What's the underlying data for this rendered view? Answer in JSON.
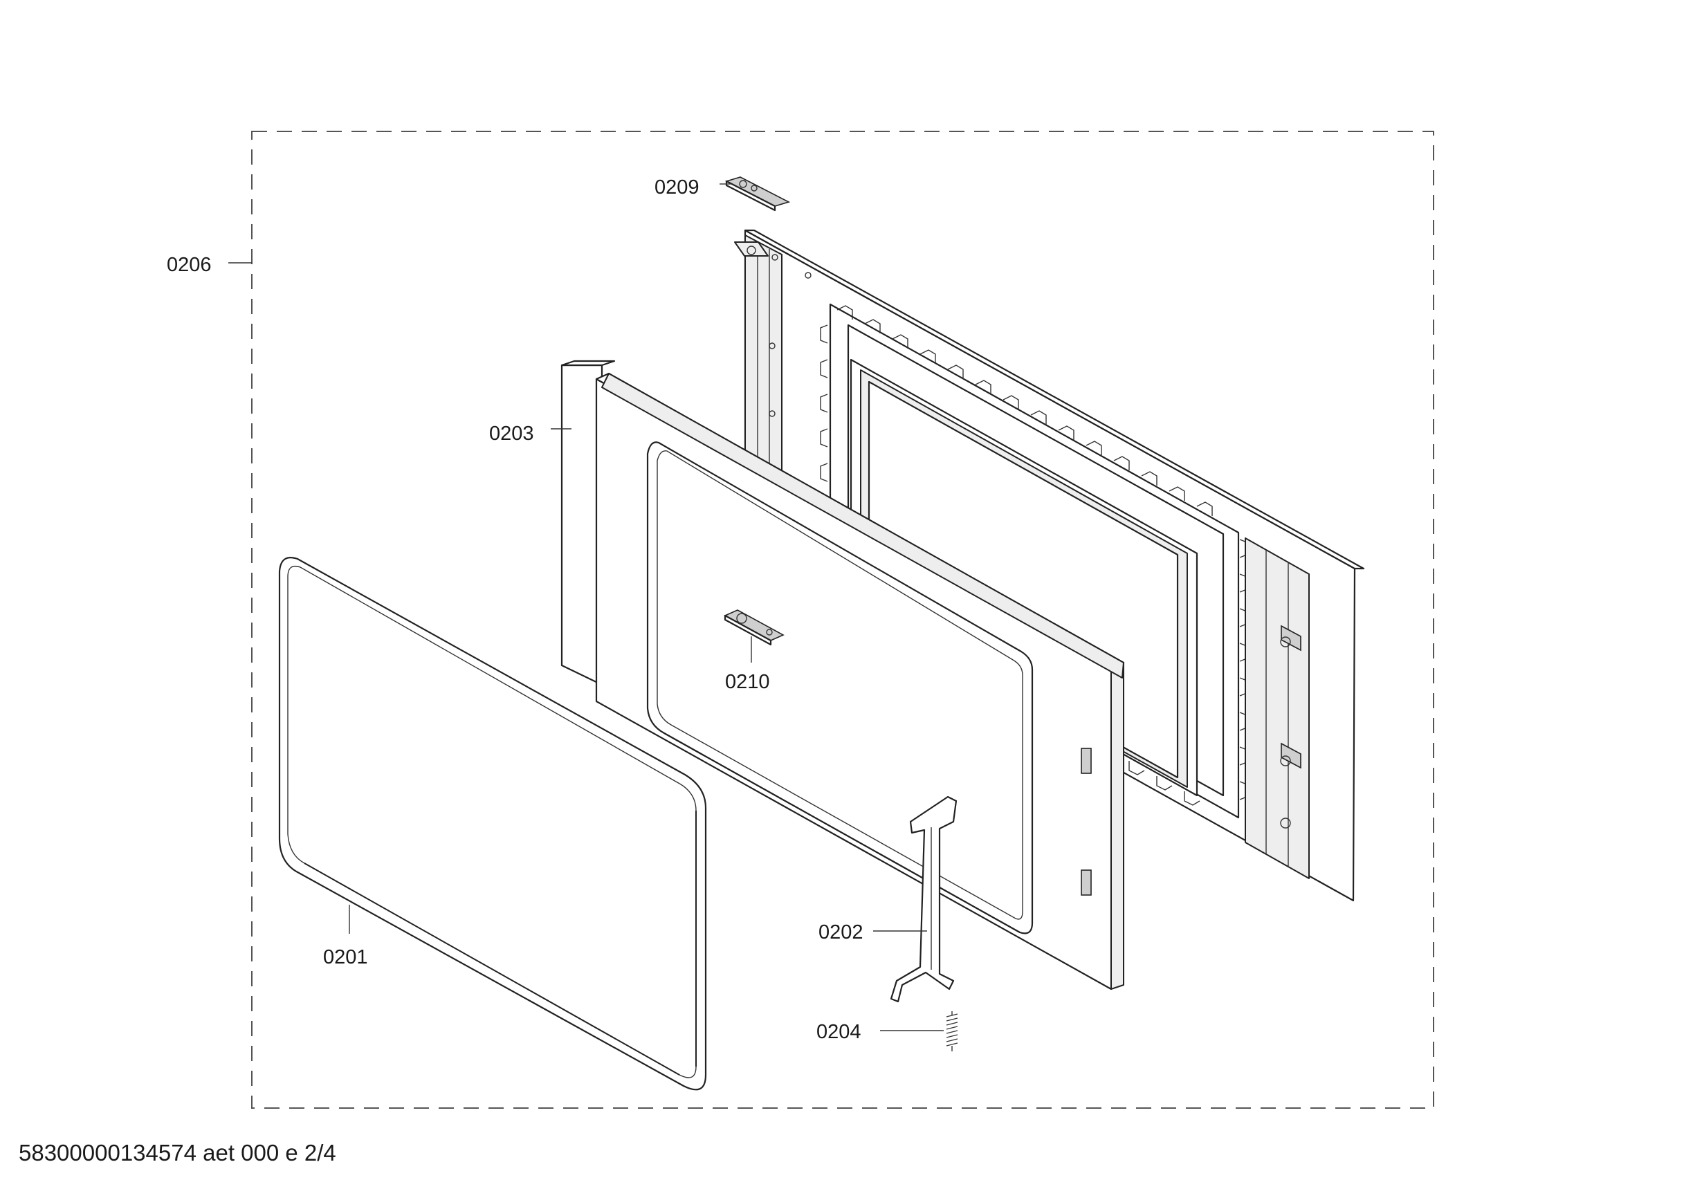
{
  "labels": {
    "p0201": "0201",
    "p0202": "0202",
    "p0203": "0203",
    "p0204": "0204",
    "p0206": "0206",
    "p0209": "0209",
    "p0210": "0210"
  },
  "footer": "58300000134574 aet 000 e 2/4"
}
